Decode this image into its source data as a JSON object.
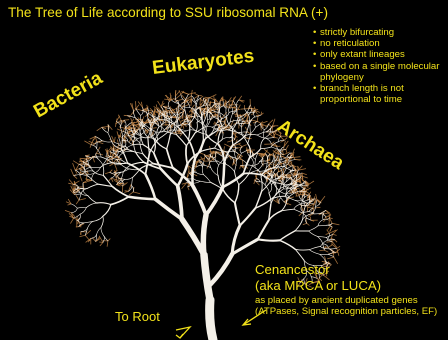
{
  "slide": {
    "title": "The Tree of Life according to SSU ribosomal RNA (+)",
    "bullets": [
      "strictly bifurcating",
      "no reticulation",
      "only extant lineages",
      "based on a single molecular phylogeny",
      "branch length is not proportional to time"
    ]
  },
  "tree": {
    "domains": [
      "Bacteria",
      "Eukaryotes",
      "Archaea"
    ],
    "cenancestor_line1": "Cenancestor",
    "cenancestor_line2": "(aka MRCA or LUCA)",
    "cenancestor_note": "as placed by ancient duplicated genes (ATPases, Signal recognition particles, EF)",
    "root_label": "To Root"
  },
  "colors": {
    "background": "#000000",
    "text": "#f2e21a",
    "bark": "#f4f0e8",
    "foliage": "#c98a4a"
  }
}
